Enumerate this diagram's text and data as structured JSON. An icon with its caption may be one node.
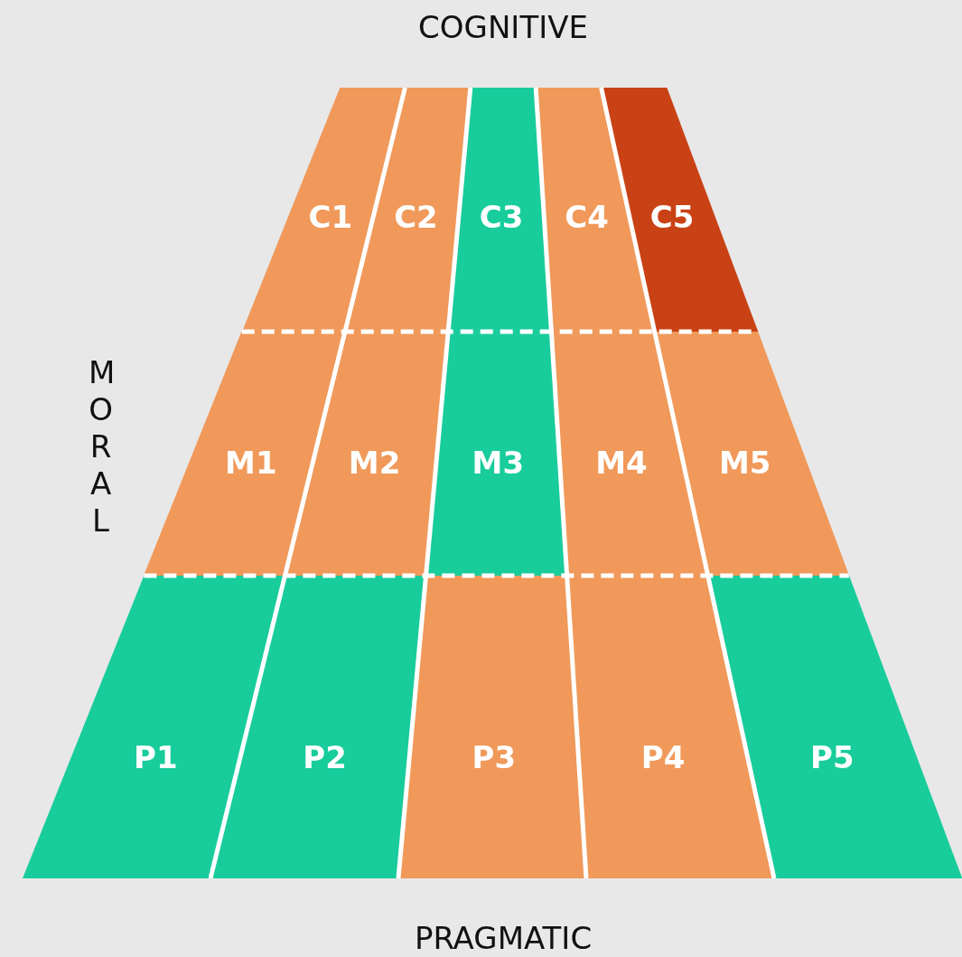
{
  "diagram": {
    "nodes": [
      {
        "text": [
          "C1"
        ]
      },
      {
        "text": [
          "C2"
        ]
      },
      {
        "text": [
          "C3"
        ]
      },
      {
        "text": [
          "C4"
        ]
      },
      {
        "text": [
          "C5"
        ]
      },
      {
        "text": [
          "M1"
        ]
      },
      {
        "text": [
          "M2"
        ]
      },
      {
        "text": [
          "M3"
        ]
      },
      {
        "text": [
          "M4"
        ]
      },
      {
        "text": [
          "M5"
        ]
      },
      {
        "text": [
          "P1"
        ]
      },
      {
        "text": [
          "P2"
        ]
      },
      {
        "text": [
          "P3"
        ]
      },
      {
        "text": [
          "P4"
        ]
      },
      {
        "text": [
          "P5"
        ]
      }
    ],
    "labels": [
      "COGNITIVE",
      "MORAL",
      "PRAGMATIC"
    ]
  }
}
